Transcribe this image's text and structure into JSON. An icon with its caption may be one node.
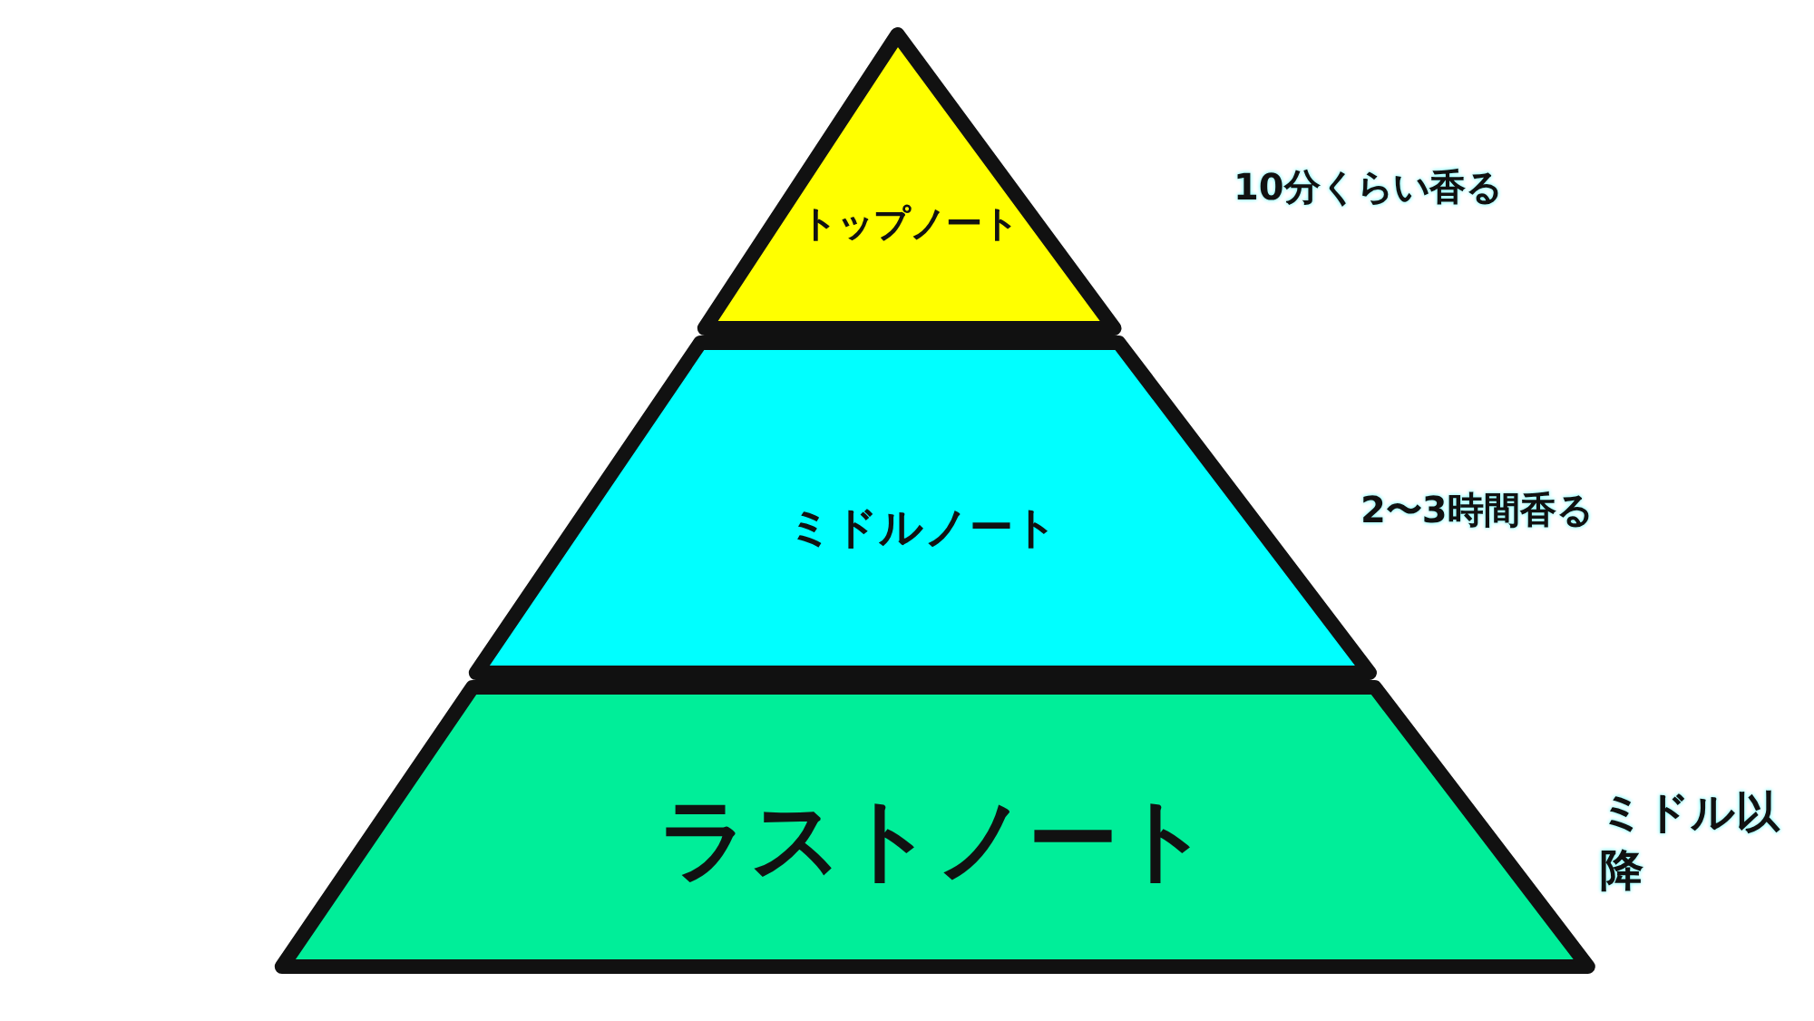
{
  "diagram": {
    "nodes": [
      {
        "text": [
          "トップノート"
        ],
        "beside": [
          "10分くらい香る"
        ]
      },
      {
        "text": [
          "ミドルノート"
        ],
        "beside": [
          "2〜3時間香る"
        ]
      },
      {
        "text": [
          "ラストノート"
        ],
        "beside": [
          "ミドル以降"
        ]
      }
    ]
  }
}
